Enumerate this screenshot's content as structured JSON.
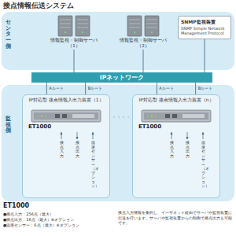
{
  "diagram": {
    "title": "接点情報伝送システム",
    "nodes": [
      {
        "text": [
          "センター側"
        ]
      },
      {
        "text": [
          "情報監視・制御サーバ（1）"
        ],
        "in": 0
      },
      {
        "text": [
          "情報監視・制御サーバ（2）"
        ],
        "in": 0
      },
      {
        "text": [
          "SNMP監視装置",
          "SNMP Simple Network Management Protocol"
        ],
        "in": 0
      },
      {
        "text": [
          "IPネットワーク"
        ]
      },
      {
        "text": [
          "監視側"
        ]
      },
      {
        "text": [
          "IP対応型 接点情報入出力装置（1）",
          "ET1000"
        ],
        "in": 5
      },
      {
        "text": [
          "IP対応型 接点情報入出力装置（n）",
          "ET1000"
        ],
        "in": 5
      }
    ],
    "edges": [
      {
        "from": 1,
        "to": 4,
        "arrow": "none"
      },
      {
        "from": 2,
        "to": 4,
        "arrow": "none"
      },
      {
        "from": 3,
        "to": 4,
        "arrow": "none"
      },
      {
        "from": 4,
        "to": 6,
        "label": "Aルート",
        "arrow": "none"
      },
      {
        "from": 4,
        "to": 6,
        "label": "Bルート",
        "arrow": "none"
      },
      {
        "from": 4,
        "to": 7,
        "label": "Aルート",
        "arrow": "none"
      },
      {
        "from": 4,
        "to": 7,
        "label": "Bルート",
        "arrow": "none"
      }
    ],
    "labels": [
      "・・・・",
      "接点入力",
      "接点出力",
      "温度センサー（オプション）",
      "接点入力",
      "接点出力",
      "温度センサー（オプション）",
      "ET1000",
      "●接点入力：256点（最大）",
      "●接点出力：16点（最大）※オプション",
      "●温度センサー：6点（最大）※オプション",
      "接点入力情報を集約し、イーサネット経由でサーバや監視装置に伝送を行います。サーバや監視装置からの制御で接点出力も可能です。"
    ]
  }
}
